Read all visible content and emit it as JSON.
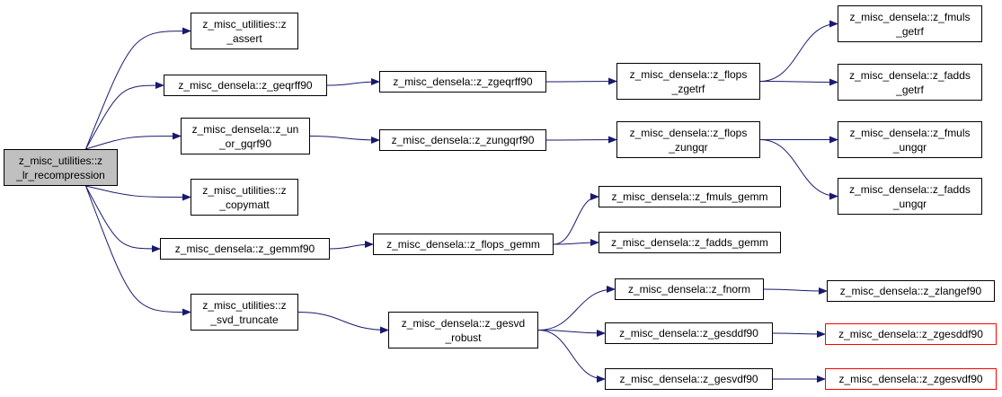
{
  "colors": {
    "edge": "#191970",
    "node_border": "#000000",
    "root_fill": "#c0c0c0",
    "external_border": "#ff0000"
  },
  "nodes": [
    {
      "id": "root",
      "label": "z_misc_utilities::z\n_lr_recompression",
      "root": true
    },
    {
      "id": "assert",
      "label": "z_misc_utilities::z\n_assert"
    },
    {
      "id": "geqrff90",
      "label": "z_misc_densela::z_geqrff90"
    },
    {
      "id": "un_or_gqrf90",
      "label": "z_misc_densela::z_un\n_or_gqrf90"
    },
    {
      "id": "copymatt",
      "label": "z_misc_utilities::z\n_copymatt"
    },
    {
      "id": "gemmf90",
      "label": "z_misc_densela::z_gemmf90"
    },
    {
      "id": "svd_truncate",
      "label": "z_misc_utilities::z\n_svd_truncate"
    },
    {
      "id": "zgeqrff90",
      "label": "z_misc_densela::z_zgeqrff90"
    },
    {
      "id": "zungqrf90",
      "label": "z_misc_densela::z_zungqrf90"
    },
    {
      "id": "flops_gemm",
      "label": "z_misc_densela::z_flops_gemm"
    },
    {
      "id": "gesvd_robust",
      "label": "z_misc_densela::z_gesvd\n_robust"
    },
    {
      "id": "flops_zgetrf",
      "label": "z_misc_densela::z_flops\n_zgetrf"
    },
    {
      "id": "flops_zungqr",
      "label": "z_misc_densela::z_flops\n_zungqr"
    },
    {
      "id": "fmuls_gemm",
      "label": "z_misc_densela::z_fmuls_gemm"
    },
    {
      "id": "fadds_gemm",
      "label": "z_misc_densela::z_fadds_gemm"
    },
    {
      "id": "fnorm",
      "label": "z_misc_densela::z_fnorm"
    },
    {
      "id": "gesddf90",
      "label": "z_misc_densela::z_gesddf90"
    },
    {
      "id": "gesvdf90",
      "label": "z_misc_densela::z_gesvdf90"
    },
    {
      "id": "fmuls_getrf",
      "label": "z_misc_densela::z_fmuls\n_getrf"
    },
    {
      "id": "fadds_getrf",
      "label": "z_misc_densela::z_fadds\n_getrf"
    },
    {
      "id": "fmuls_ungqr",
      "label": "z_misc_densela::z_fmuls\n_ungqr"
    },
    {
      "id": "fadds_ungqr",
      "label": "z_misc_densela::z_fadds\n_ungqr"
    },
    {
      "id": "zlangef90",
      "label": "z_misc_densela::z_zlangef90"
    },
    {
      "id": "zgesddf90",
      "label": "z_misc_densela::z_zgesddf90",
      "external": true
    },
    {
      "id": "zgesvdf90",
      "label": "z_misc_densela::z_zgesvdf90",
      "external": true
    }
  ],
  "edges": [
    [
      "root",
      "assert"
    ],
    [
      "root",
      "geqrff90"
    ],
    [
      "root",
      "un_or_gqrf90"
    ],
    [
      "root",
      "copymatt"
    ],
    [
      "root",
      "gemmf90"
    ],
    [
      "root",
      "svd_truncate"
    ],
    [
      "geqrff90",
      "zgeqrff90"
    ],
    [
      "zgeqrff90",
      "flops_zgetrf"
    ],
    [
      "flops_zgetrf",
      "fmuls_getrf"
    ],
    [
      "flops_zgetrf",
      "fadds_getrf"
    ],
    [
      "un_or_gqrf90",
      "zungqrf90"
    ],
    [
      "zungqrf90",
      "flops_zungqr"
    ],
    [
      "flops_zungqr",
      "fmuls_ungqr"
    ],
    [
      "flops_zungqr",
      "fadds_ungqr"
    ],
    [
      "gemmf90",
      "flops_gemm"
    ],
    [
      "flops_gemm",
      "fmuls_gemm"
    ],
    [
      "flops_gemm",
      "fadds_gemm"
    ],
    [
      "svd_truncate",
      "gesvd_robust"
    ],
    [
      "gesvd_robust",
      "fnorm"
    ],
    [
      "gesvd_robust",
      "gesddf90"
    ],
    [
      "gesvd_robust",
      "gesvdf90"
    ],
    [
      "fnorm",
      "zlangef90"
    ],
    [
      "gesddf90",
      "zgesddf90"
    ],
    [
      "gesvdf90",
      "zgesvdf90"
    ]
  ]
}
